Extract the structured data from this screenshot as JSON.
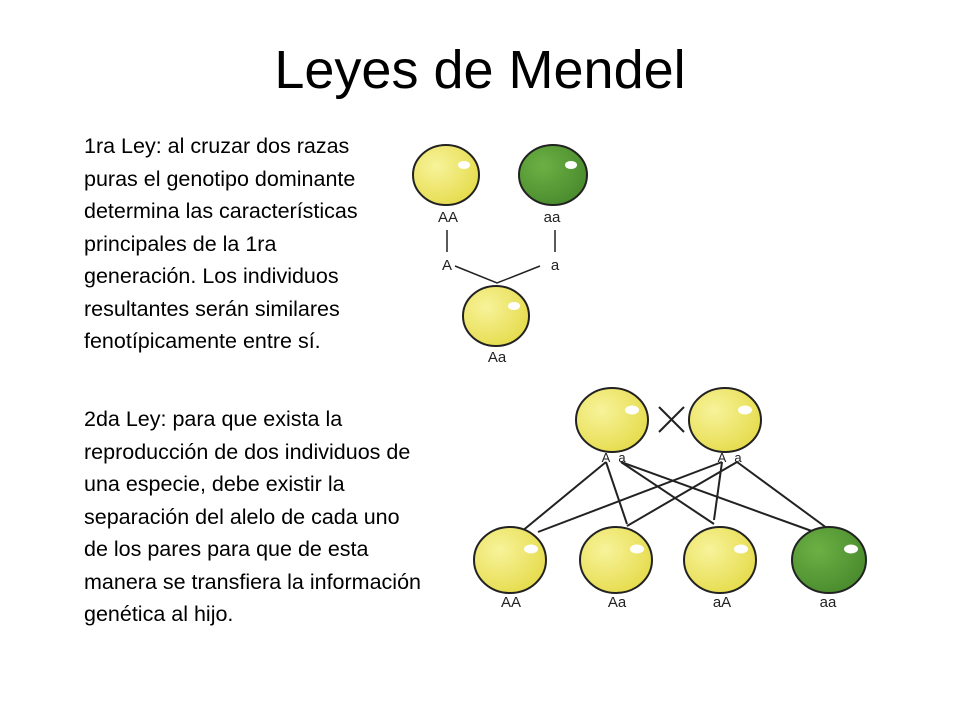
{
  "title": "Leyes de Mendel",
  "law1": {
    "lines": [
      "1ra Ley: al cruzar dos razas",
      "puras el genotipo dominante",
      "determina las características",
      "principales de la 1ra",
      "generación. Los individuos",
      "resultantes serán similares",
      "fenotípicamente entre sí."
    ],
    "diagram": {
      "parent_left": "AA",
      "parent_right": "aa",
      "gamete_left": "A",
      "gamete_right": "a",
      "offspring": "Aa"
    }
  },
  "law2": {
    "lines": [
      "2da Ley: para que exista la",
      "reproducción de dos individuos de",
      "una especie, debe existir la",
      "separación del alelo de cada uno",
      "de los pares para que de esta",
      "manera se transfiera la información",
      "genética al hijo."
    ],
    "diagram": {
      "parent1_gametes": [
        "A",
        "a"
      ],
      "parent2_gametes": [
        "A",
        "a"
      ],
      "offspring": [
        "AA",
        "Aa",
        "aA",
        "aa"
      ]
    }
  },
  "colors": {
    "yellow_pea": "#f0e86a",
    "green_pea": "#5a9e3a",
    "outline": "#222222"
  }
}
